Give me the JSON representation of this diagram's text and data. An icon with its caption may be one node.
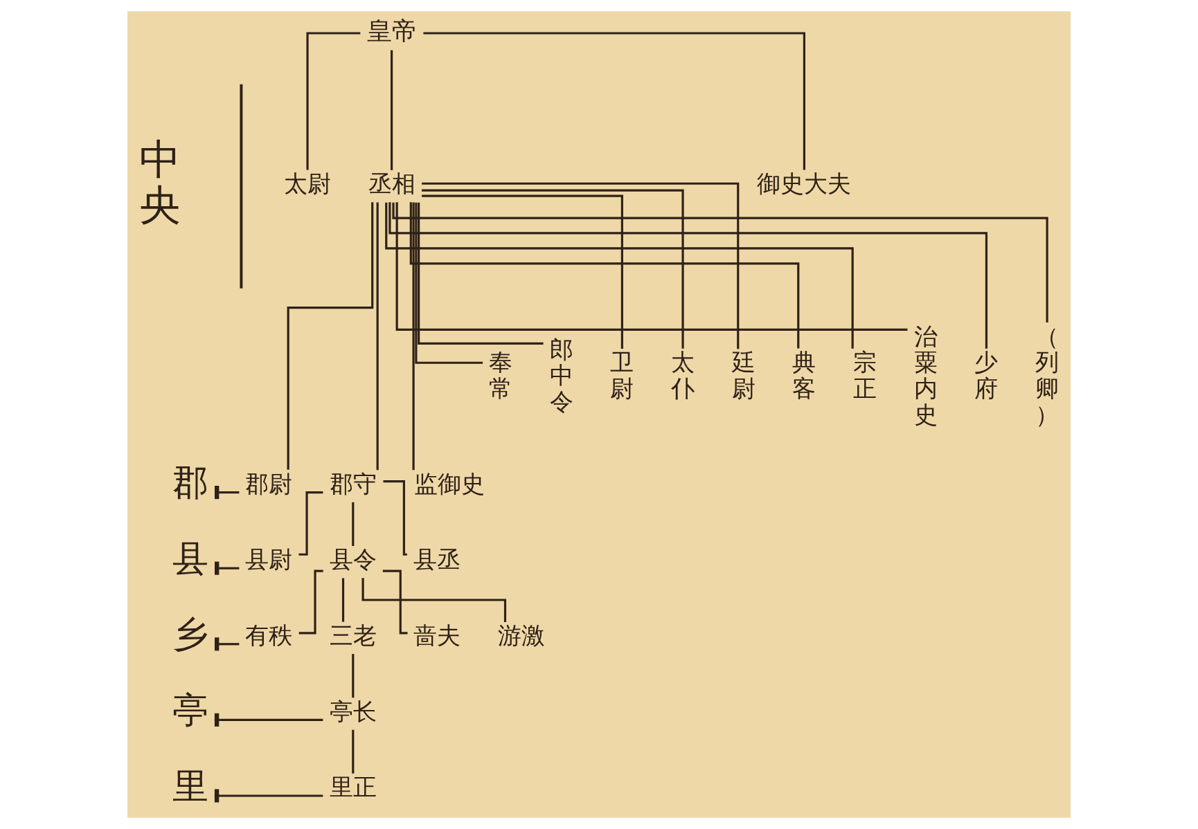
{
  "diagram": {
    "nodes": [
      {
        "text": [
          "皇帝"
        ]
      },
      {
        "text": [
          "太尉"
        ]
      },
      {
        "text": [
          "丞相"
        ]
      },
      {
        "text": [
          "御史大夫"
        ]
      },
      {
        "text": [
          "奉常"
        ]
      },
      {
        "text": [
          "郎中令"
        ]
      },
      {
        "text": [
          "卫尉"
        ]
      },
      {
        "text": [
          "太仆"
        ]
      },
      {
        "text": [
          "廷尉"
        ]
      },
      {
        "text": [
          "典客"
        ]
      },
      {
        "text": [
          "宗正"
        ]
      },
      {
        "text": [
          "治粟内史"
        ]
      },
      {
        "text": [
          "少府"
        ]
      },
      {
        "text": [
          "（列卿）"
        ]
      },
      {
        "text": [
          "郡"
        ]
      },
      {
        "text": [
          "郡尉"
        ]
      },
      {
        "text": [
          "郡守"
        ]
      },
      {
        "text": [
          "监御史"
        ]
      },
      {
        "text": [
          "县"
        ]
      },
      {
        "text": [
          "县尉"
        ]
      },
      {
        "text": [
          "县令"
        ]
      },
      {
        "text": [
          "县丞"
        ]
      },
      {
        "text": [
          "乡"
        ]
      },
      {
        "text": [
          "有秩"
        ]
      },
      {
        "text": [
          "三老"
        ]
      },
      {
        "text": [
          "啬夫"
        ]
      },
      {
        "text": [
          "游激"
        ]
      },
      {
        "text": [
          "亭"
        ]
      },
      {
        "text": [
          "亭长"
        ]
      },
      {
        "text": [
          "里"
        ]
      },
      {
        "text": [
          "里正"
        ]
      }
    ],
    "edges": [
      {
        "from": 0,
        "to": 1,
        "arrow": "none"
      },
      {
        "from": 0,
        "to": 2,
        "arrow": "none"
      },
      {
        "from": 0,
        "to": 3,
        "arrow": "none"
      },
      {
        "from": 2,
        "to": 4,
        "arrow": "none"
      },
      {
        "from": 2,
        "to": 5,
        "arrow": "none"
      },
      {
        "from": 2,
        "to": 6,
        "arrow": "none"
      },
      {
        "from": 2,
        "to": 7,
        "arrow": "none"
      },
      {
        "from": 2,
        "to": 8,
        "arrow": "none"
      },
      {
        "from": 2,
        "to": 9,
        "arrow": "none"
      },
      {
        "from": 2,
        "to": 10,
        "arrow": "none"
      },
      {
        "from": 2,
        "to": 11,
        "arrow": "none"
      },
      {
        "from": 2,
        "to": 12,
        "arrow": "none"
      },
      {
        "from": 2,
        "to": 13,
        "arrow": "none"
      },
      {
        "from": 2,
        "to": 15,
        "arrow": "none"
      },
      {
        "from": 2,
        "to": 16,
        "arrow": "none"
      },
      {
        "from": 2,
        "to": 17,
        "arrow": "none"
      },
      {
        "from": 16,
        "to": 19,
        "arrow": "none"
      },
      {
        "from": 16,
        "to": 20,
        "arrow": "none"
      },
      {
        "from": 16,
        "to": 21,
        "arrow": "none"
      },
      {
        "from": 20,
        "to": 23,
        "arrow": "none"
      },
      {
        "from": 20,
        "to": 24,
        "arrow": "none"
      },
      {
        "from": 20,
        "to": 25,
        "arrow": "none"
      },
      {
        "from": 20,
        "to": 26,
        "arrow": "none"
      },
      {
        "from": 24,
        "to": 28,
        "arrow": "none"
      },
      {
        "from": 28,
        "to": 30,
        "arrow": "none"
      },
      {
        "from": 14,
        "to": 15,
        "arrow": "other"
      },
      {
        "from": 18,
        "to": 19,
        "arrow": "other"
      },
      {
        "from": 22,
        "to": 23,
        "arrow": "other"
      },
      {
        "from": 27,
        "to": 28,
        "arrow": "other"
      },
      {
        "from": 29,
        "to": 30,
        "arrow": "other"
      }
    ],
    "labels": [
      "中央"
    ]
  }
}
